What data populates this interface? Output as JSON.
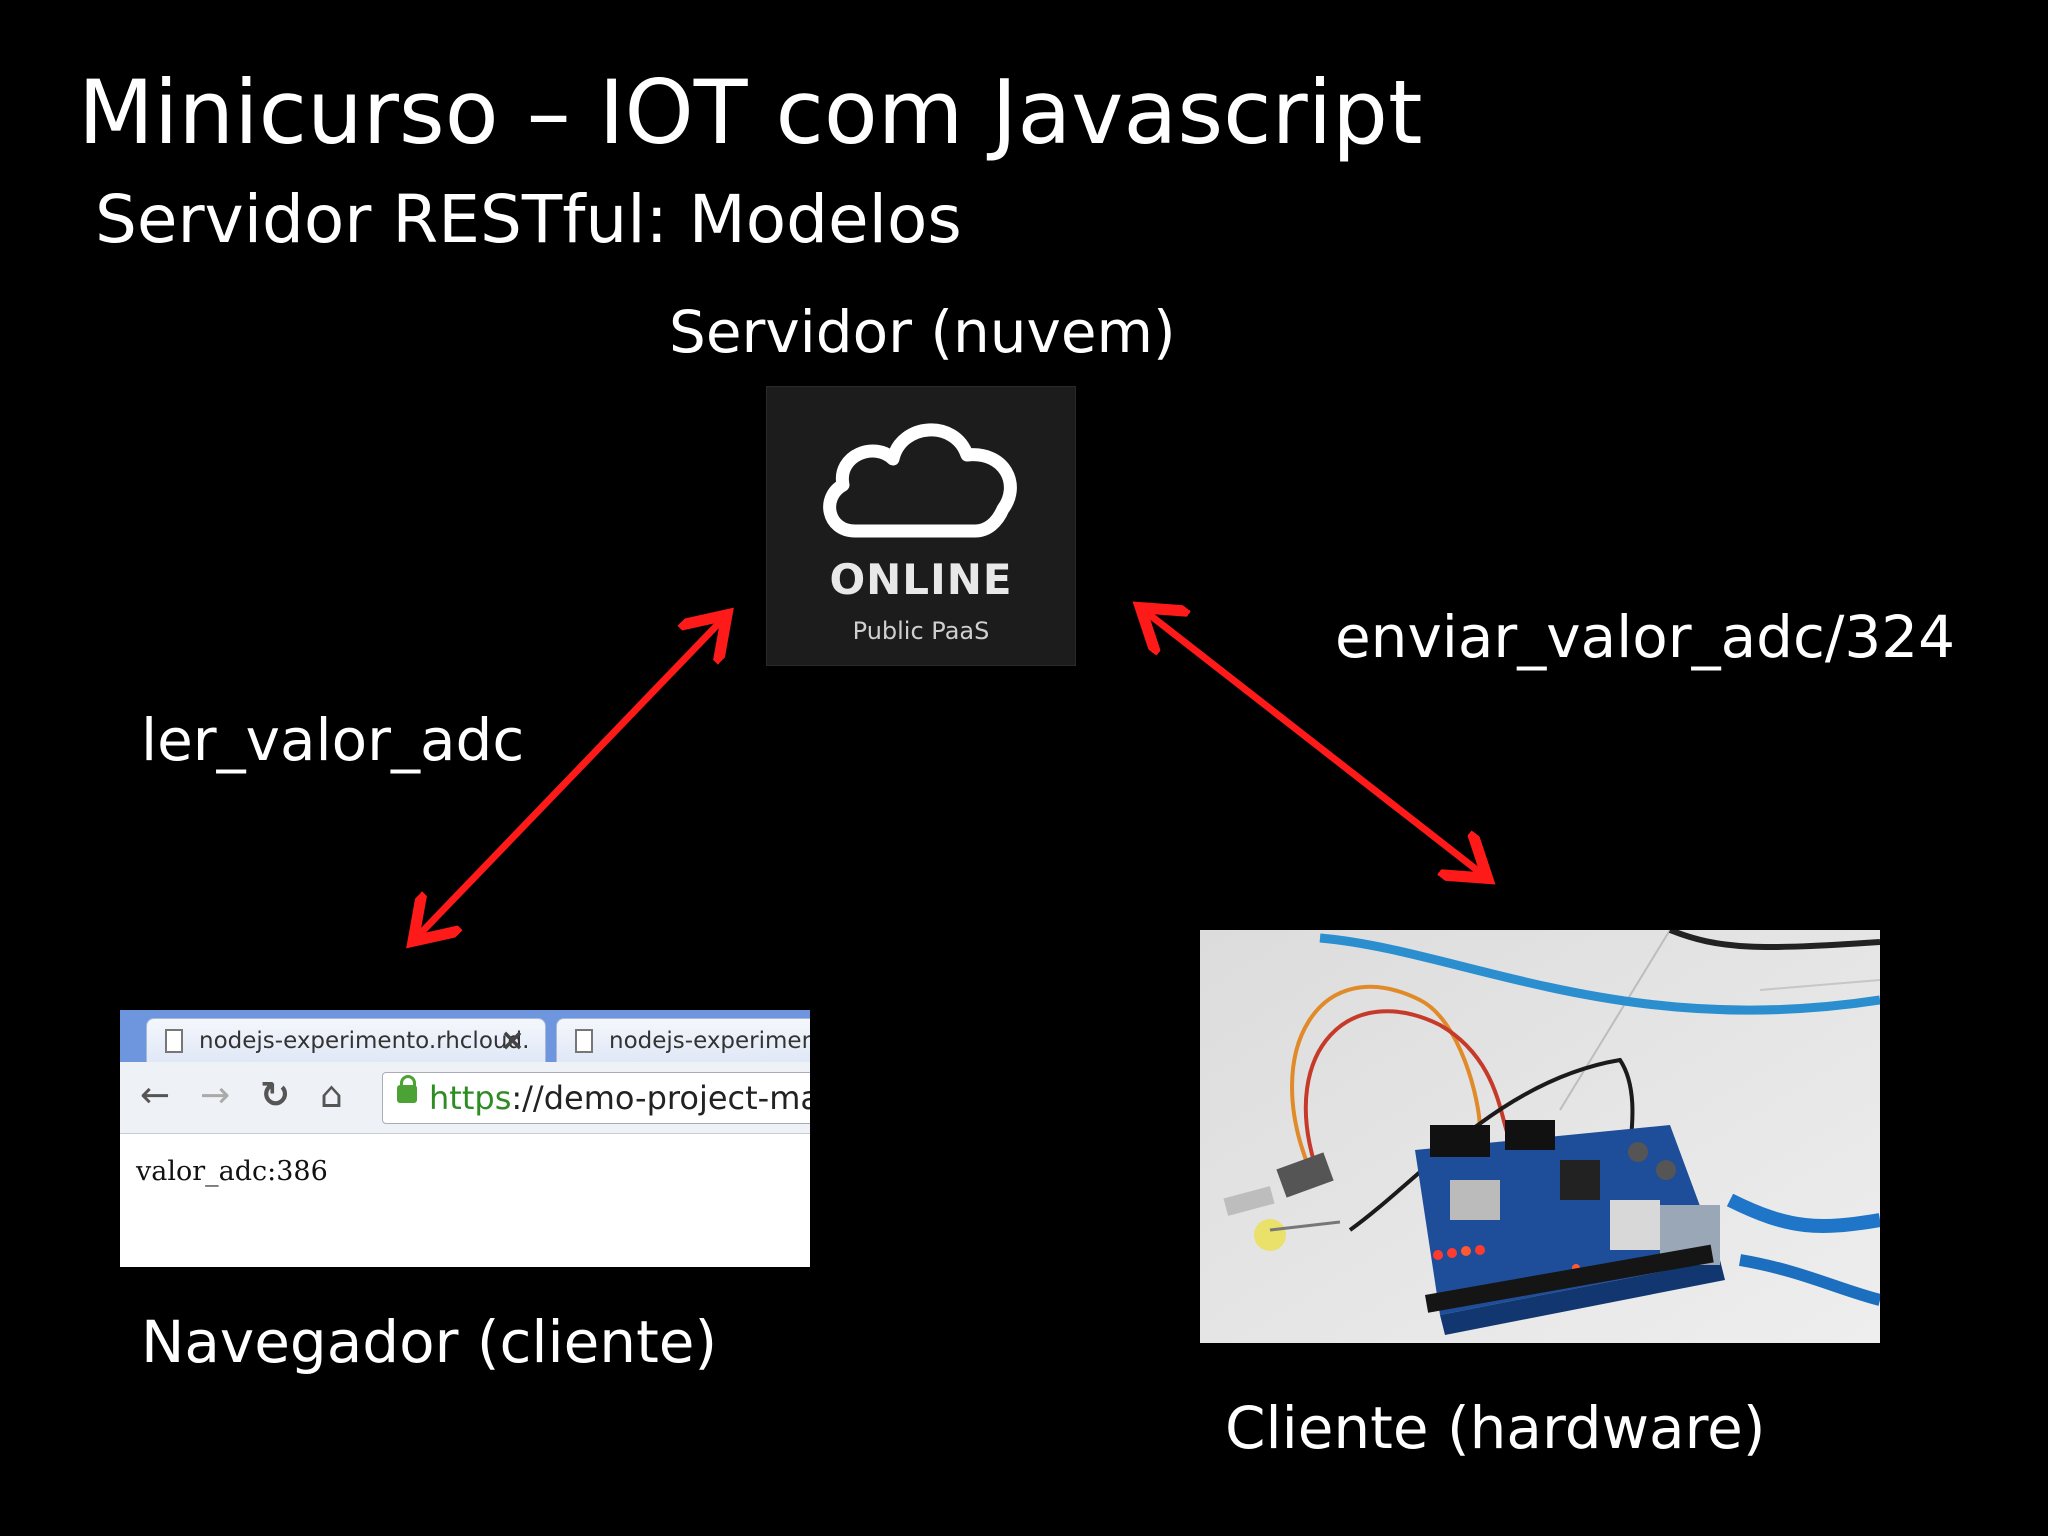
{
  "slide": {
    "title": "Minicurso – IOT com Javascript",
    "subtitle": "Servidor RESTful: Modelos"
  },
  "nodes": {
    "server": {
      "label": "Servidor (nuvem)",
      "badge_main": "ONLINE",
      "badge_sub": "Public PaaS",
      "icon": "cloud-icon"
    },
    "browser": {
      "label": "Navegador (cliente)",
      "tabs": [
        "nodejs-experimento.rhcloud.",
        "nodejs-experiment"
      ],
      "url_scheme": "https",
      "url_rest": "://demo-project-ma",
      "content": "valor_adc:386"
    },
    "hardware": {
      "label": "Cliente (hardware)"
    }
  },
  "edges": [
    {
      "from": "browser",
      "to": "server",
      "label": "ler_valor_adc"
    },
    {
      "from": "server",
      "to": "hardware",
      "label": "enviar_valor_adc/324"
    }
  ],
  "colors": {
    "background": "#000000",
    "text": "#ffffff",
    "arrow": "#ff1a1a",
    "tile": "#1c1c1c",
    "browser_tabbar": "#6e96de"
  }
}
